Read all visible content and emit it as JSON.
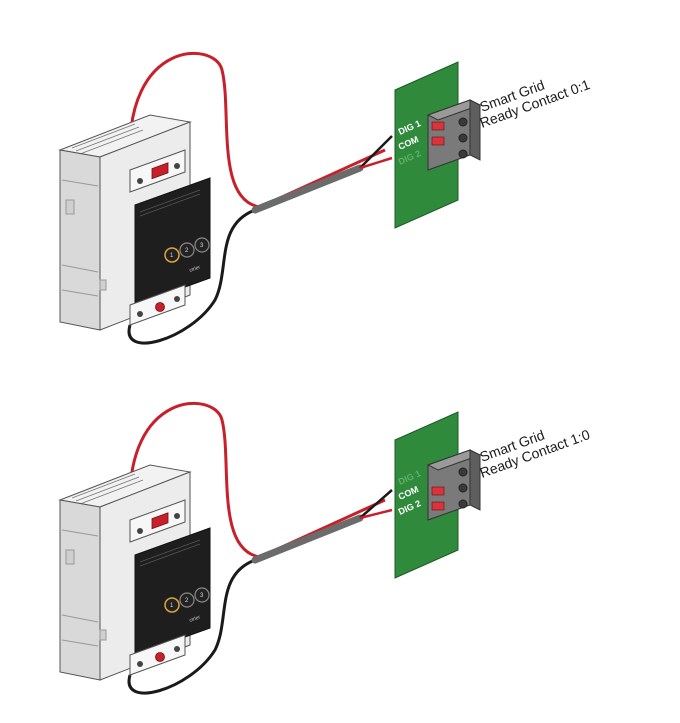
{
  "diagrams": [
    {
      "terminal_label_line1": "Smart Grid",
      "terminal_label_line2": "Ready Contact 0:1",
      "pin_labels": [
        "DIG 1",
        "COM",
        "DIG 2"
      ],
      "active_pins": [
        true,
        true,
        false
      ]
    },
    {
      "terminal_label_line1": "Smart Grid",
      "terminal_label_line2": "Ready Contact 1:0",
      "pin_labels": [
        "DIG 1",
        "COM",
        "DIG 2"
      ],
      "active_pins": [
        false,
        true,
        true
      ]
    }
  ],
  "device": {
    "brand": "ctrler",
    "button_labels": [
      "1",
      "2",
      "3"
    ]
  },
  "colors": {
    "wire_red": "#c8202a",
    "wire_black": "#1a1a1a",
    "cable_gray": "#6b6b6b",
    "board_green": "#2f8a3c",
    "connector_gray": "#7a7a7a",
    "device_body": "#e6e6e6",
    "device_panel": "#1e1e1e",
    "pin_active": "#ffffff",
    "pin_inactive": "#5fb06a"
  }
}
